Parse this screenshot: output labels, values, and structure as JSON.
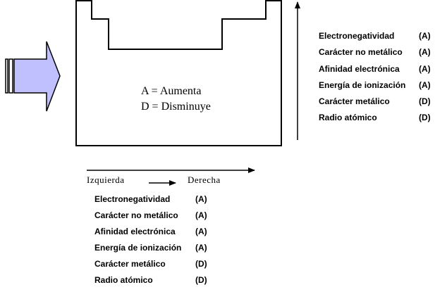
{
  "legend": {
    "a": "A = Aumenta",
    "d": "D = Disminuye"
  },
  "direction": {
    "left": "Izquierda",
    "right": "Derecha"
  },
  "colors": {
    "arrow_fill": "#c0c0ff"
  },
  "vertical_list": [
    {
      "property": "Electronegatividad",
      "trend": "(A)"
    },
    {
      "property": "Carácter no metálico",
      "trend": "(A)"
    },
    {
      "property": "Afinidad electrónica",
      "trend": "(A)"
    },
    {
      "property": "Energía de ionización",
      "trend": "(A)"
    },
    {
      "property": "Carácter metálico",
      "trend": "(D)"
    },
    {
      "property": "Radio atómico",
      "trend": "(D)"
    }
  ],
  "horizontal_list": [
    {
      "property": "Electronegatividad",
      "trend": "(A)"
    },
    {
      "property": "Carácter no metálico",
      "trend": "(A)"
    },
    {
      "property": "Afinidad electrónica",
      "trend": "(A)"
    },
    {
      "property": "Energía de ionización",
      "trend": "(A)"
    },
    {
      "property": "Carácter metálico",
      "trend": "(D)"
    },
    {
      "property": "Radio atómico",
      "trend": "(D)"
    }
  ]
}
